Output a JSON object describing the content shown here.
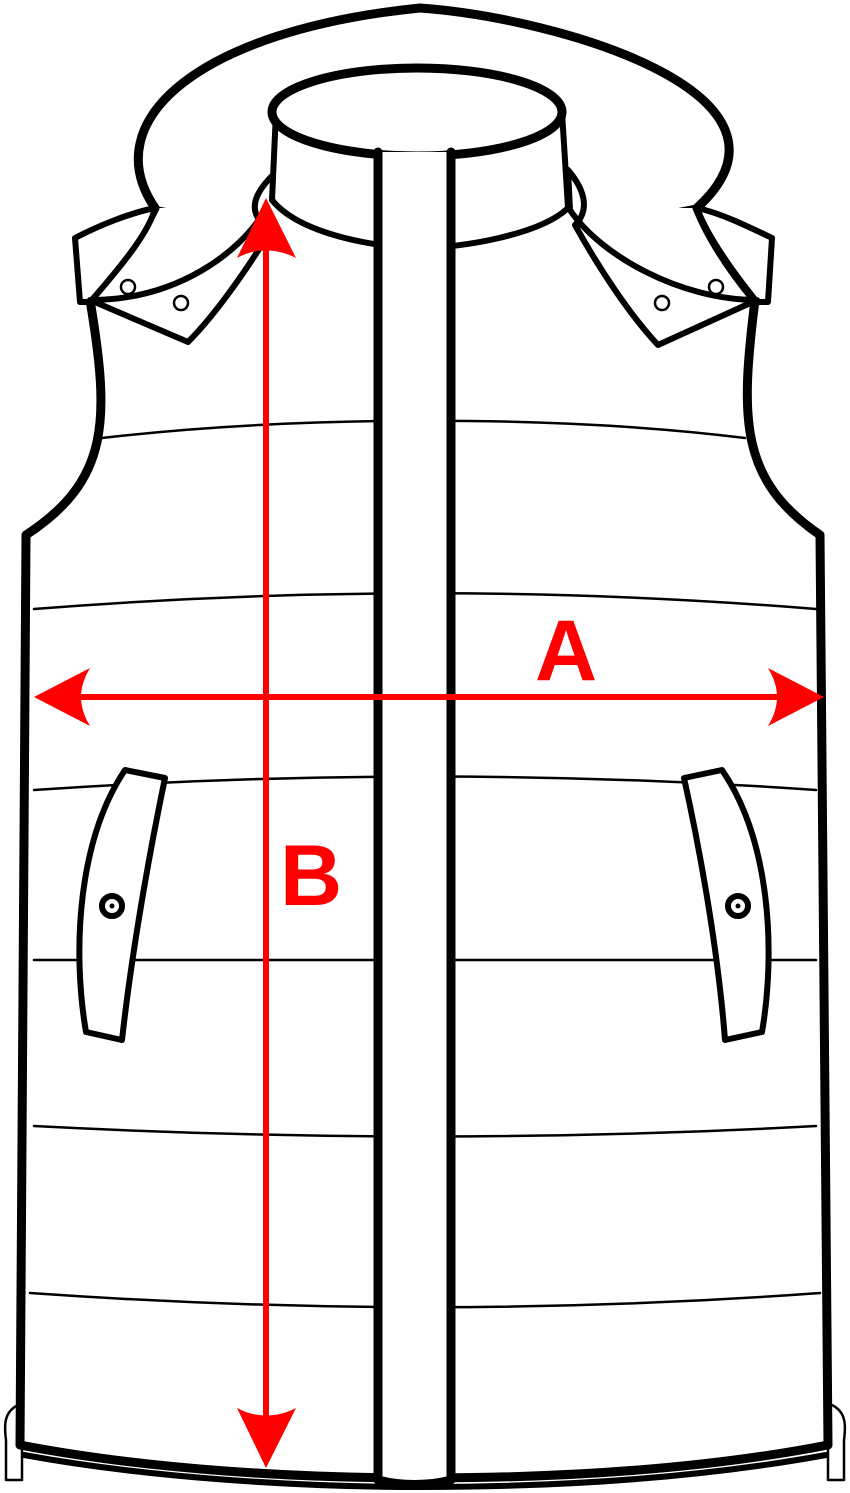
{
  "diagram": {
    "type": "garment-measurement-sketch",
    "garment": "hooded-puffer-vest",
    "accent_color": "#ff0000",
    "line_color": "#000000",
    "background_color": "#ffffff",
    "measurements": [
      {
        "id": "A",
        "label": "A",
        "direction": "horizontal"
      },
      {
        "id": "B",
        "label": "B",
        "direction": "vertical"
      }
    ]
  }
}
